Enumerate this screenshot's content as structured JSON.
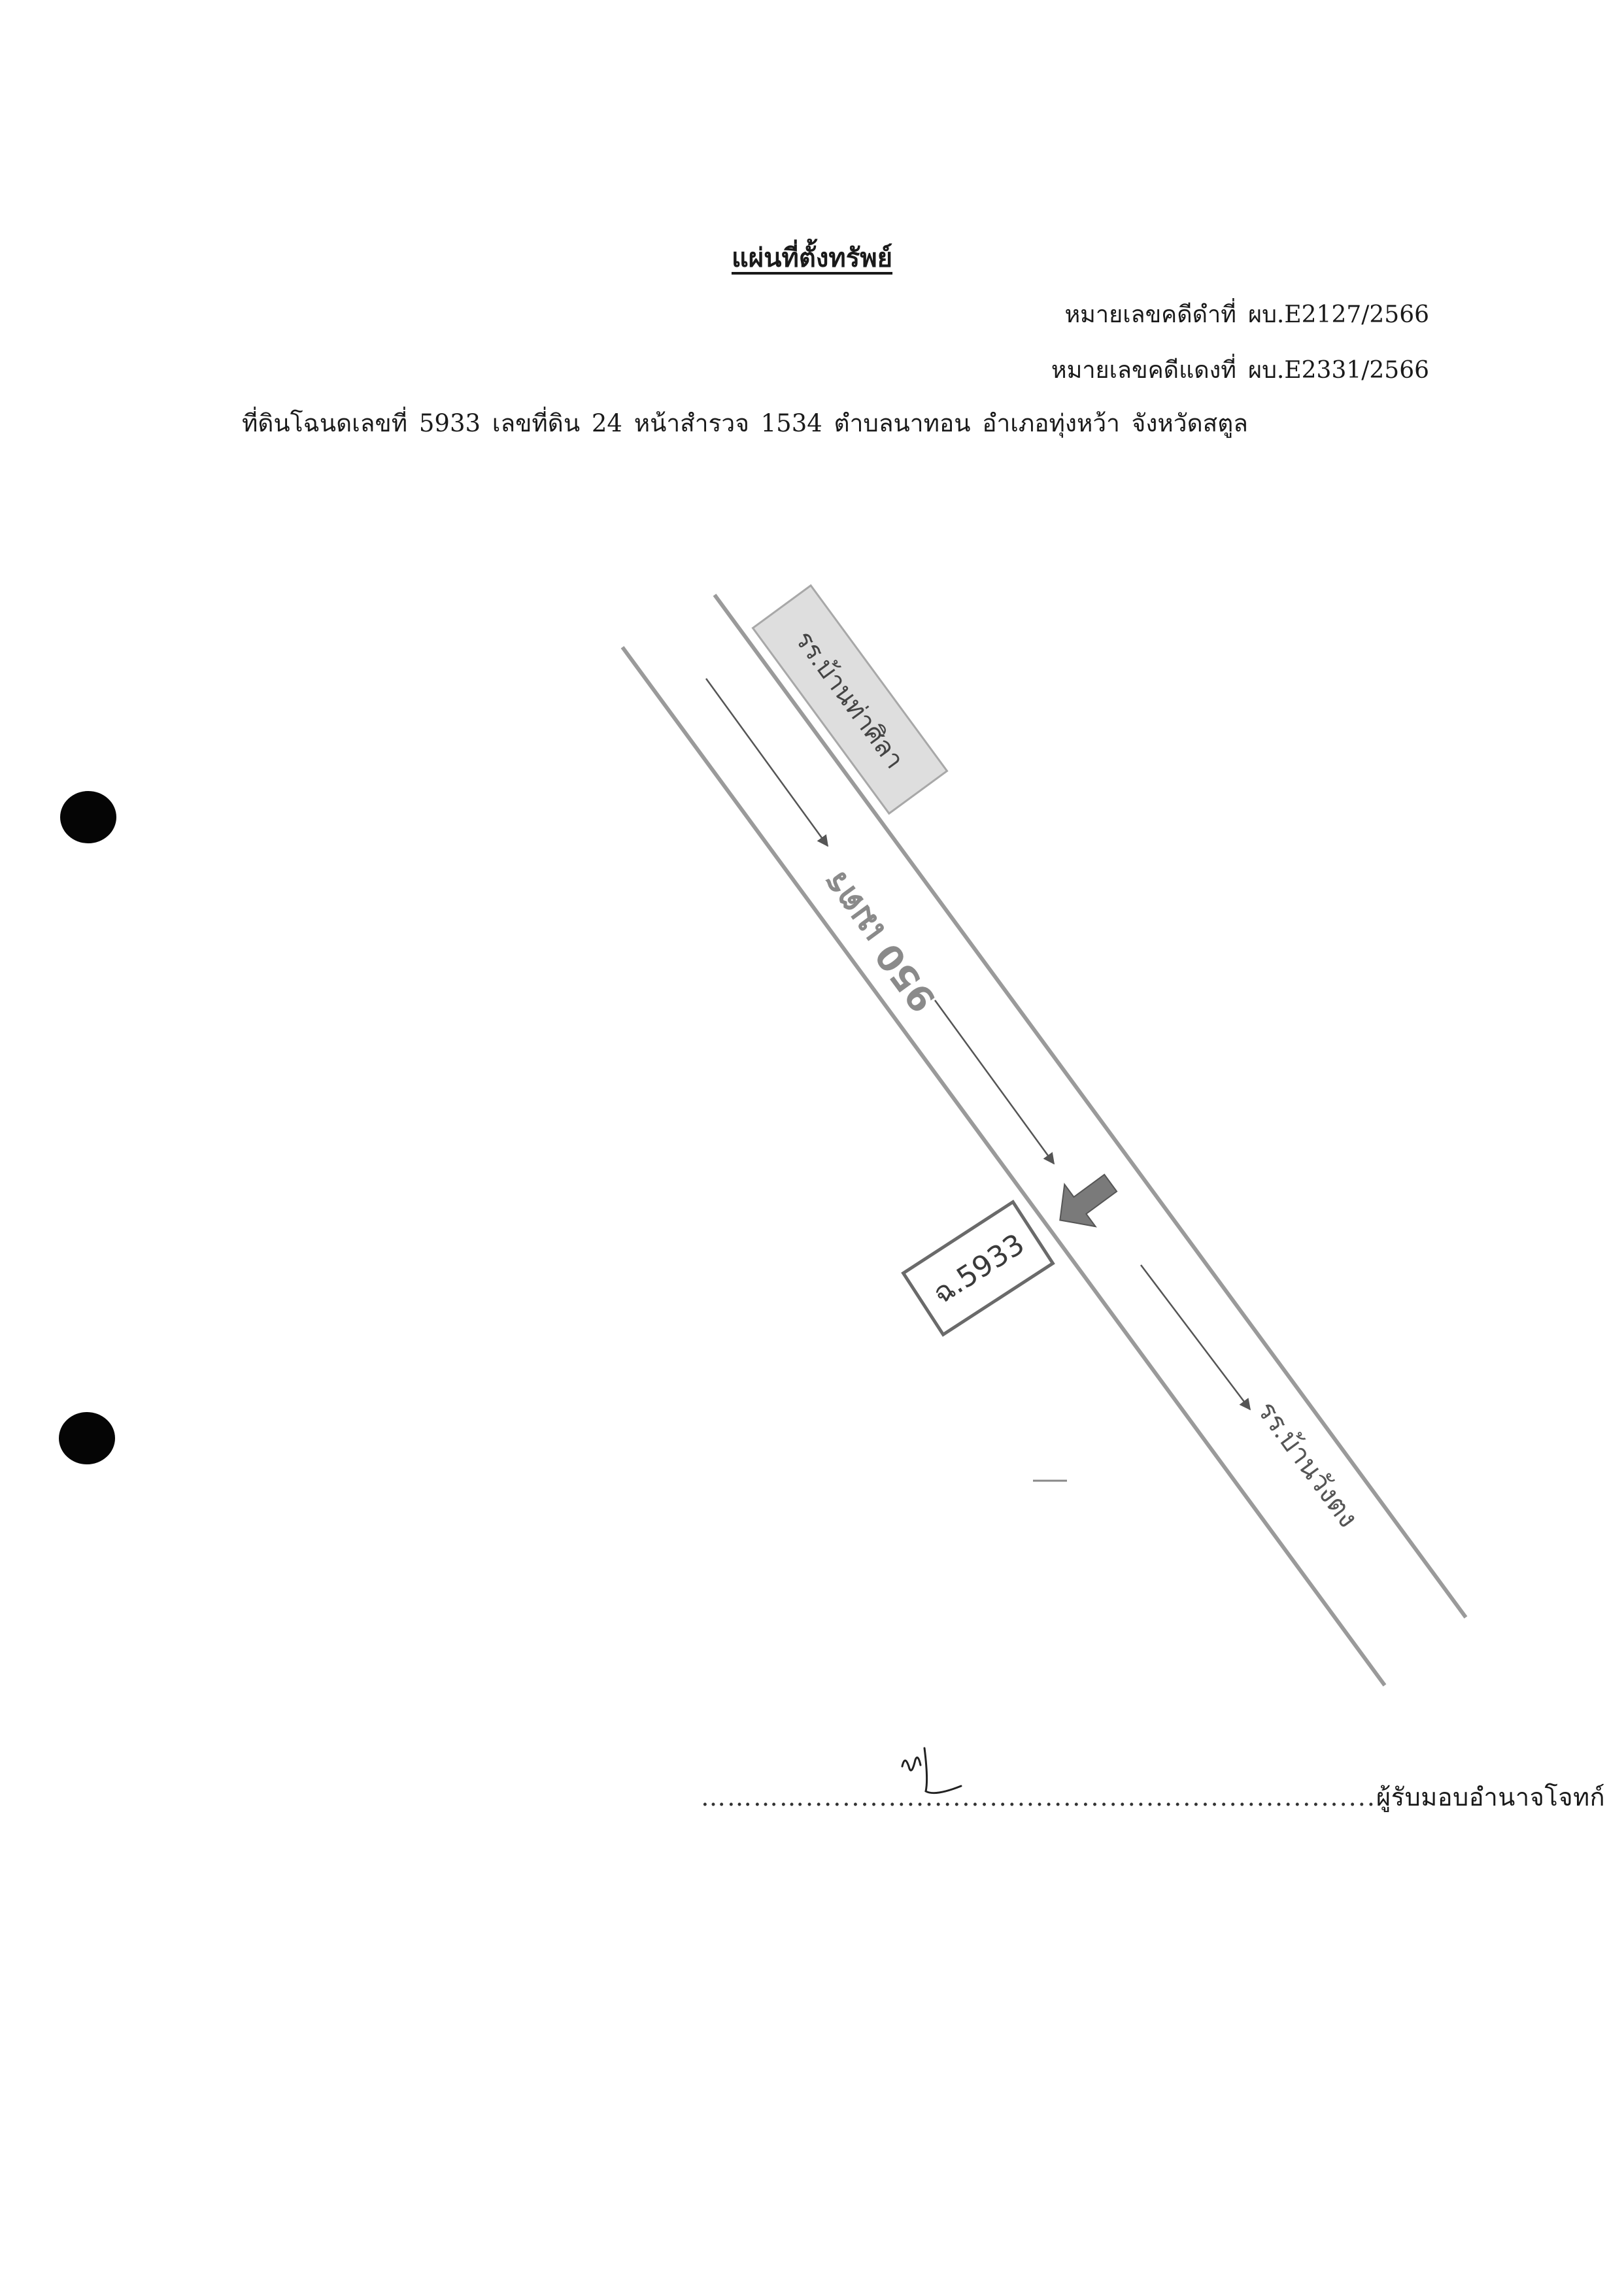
{
  "document": {
    "title": "แผ่นที่ตั้งทรัพย์",
    "case_black": {
      "label": "หมายเลขคดีดำที่",
      "number": "ผบ.E2127/2566"
    },
    "case_red": {
      "label": "หมายเลขคดีแดงที่",
      "number": "ผบ.E2331/2566"
    },
    "land_description": "ที่ดินโฉนดเลขที่  5933  เลขที่ดิน 24 หน้าสำรวจ 1534  ตำบลนาทอน  อำเภอทุ่งหว้า  จังหวัดสตูล"
  },
  "map": {
    "school_north": "รร.บ้านท่าศิลา",
    "school_south": "รร.บ้านวังตง",
    "distance": "950 เมตร",
    "parcel": "ฉ.5933",
    "road_color": "#9a9a9a",
    "label_box_fill": "#dedede",
    "arrow_fill": "#7a7a7a",
    "icons": [
      "location-arrow-icon",
      "direction-arrow-icon"
    ]
  },
  "signature": {
    "dots_left": "…………....................",
    "dots_right": "..........................................",
    "label": "ผู้รับมอบอำนาจโจทก์"
  }
}
